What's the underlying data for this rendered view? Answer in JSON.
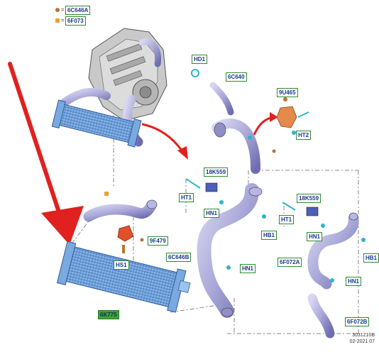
{
  "legend": [
    {
      "marker": "round-fastener",
      "code": "6C646A",
      "color": "#b87333"
    },
    {
      "marker": "square-fastener",
      "code": "6F073",
      "color": "#f0a030"
    }
  ],
  "parts": {
    "hd1": "HD1",
    "p6c640": "6C640",
    "p9u465": "9U465",
    "ht2": "HT2",
    "p18k559_a": "18K559",
    "ht1_a": "HT1",
    "hn1_a": "HN1",
    "hb1_a": "HB1",
    "p18k559_b": "18K559",
    "ht1_b": "HT1",
    "hn1_b": "HN1",
    "hb1_b": "HB1",
    "p9f479": "9F479",
    "hs1": "HS1",
    "p6c646b": "6C646B",
    "hn1_c": "HN1",
    "p6f072a": "6F072A",
    "hn1_d": "HN1",
    "p6f072b": "6F072B",
    "p6k775": "6K775"
  },
  "footer": {
    "ref_no": "3031210B",
    "date": "02-2021 07"
  },
  "colors": {
    "arrow": "#e0211f",
    "hose": "#a9a8d8",
    "intercooler": "#6fa3dd",
    "clip": "#2bb6c7"
  }
}
